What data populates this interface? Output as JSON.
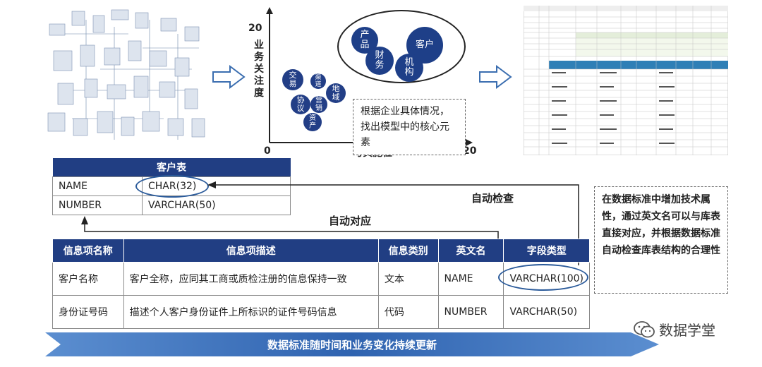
{
  "scatter": {
    "y_axis_label": "业务关注度",
    "x_axis_label": "可实施性",
    "y_max": "20",
    "x_max": "20",
    "origin": "0",
    "core_bubbles": [
      "产品",
      "客户",
      "财务",
      "机构"
    ],
    "minor_bubbles": [
      "交易",
      "渠道",
      "协议",
      "地域",
      "营销",
      "资产"
    ],
    "note": "根据企业具体情况，找出模型中的核心元素"
  },
  "customer_table": {
    "title": "客户表",
    "rows": [
      {
        "col": "NAME",
        "type": "CHAR(32)"
      },
      {
        "col": "NUMBER",
        "type": "VARCHAR(50)"
      }
    ]
  },
  "labels": {
    "auto_check": "自动检查",
    "auto_map": "自动对应"
  },
  "standard_table": {
    "headers": [
      "信息项名称",
      "信息项描述",
      "信息类别",
      "英文名",
      "字段类型"
    ],
    "rows": [
      [
        "客户名称",
        "客户全称，应同其工商或质检注册的信息保持一致",
        "文本",
        "NAME",
        "VARCHAR(100)"
      ],
      [
        "身份证号码",
        "描述个人客户身份证件上所标识的证件号码信息",
        "代码",
        "NUMBER",
        "VARCHAR(50)"
      ]
    ]
  },
  "side_note": "在数据标准中增加技术属性，通过英文名可以与库表直接对应，并根据数据标准自动检查库表结构的合理性",
  "banner": "数据标准随时间和业务变化持续更新",
  "brand": "数据学堂",
  "colors": {
    "navy": "#213e83",
    "accent": "#2a5a9a"
  }
}
